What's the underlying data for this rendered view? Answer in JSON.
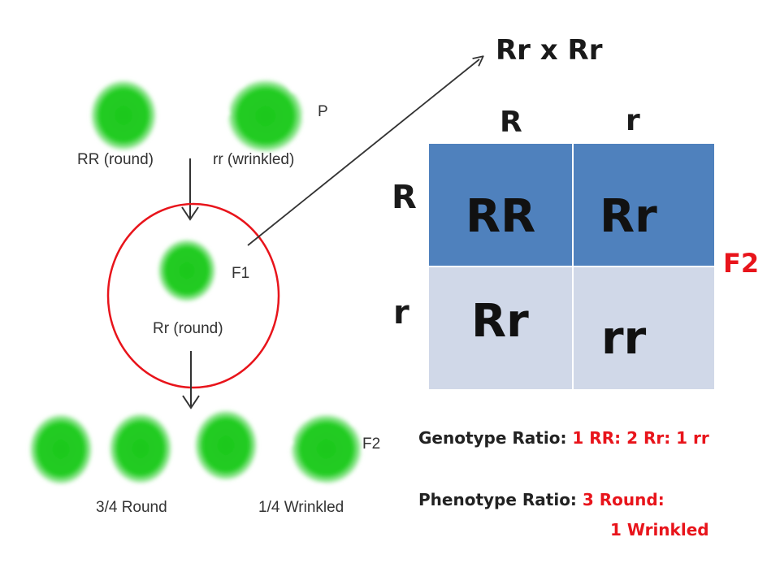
{
  "left_diagram": {
    "parent_generation_label": "P",
    "parent_round_label": "RR (round)",
    "parent_wrinkled_label": "rr (wrinkled)",
    "f1_generation_label": "F1",
    "f1_label": "Rr (round)",
    "f2_generation_label": "F2",
    "f2_round_label": "3/4 Round",
    "f2_wrinkled_label": "1/4 Wrinkled"
  },
  "cross_title": "Rr x Rr",
  "punnett": {
    "column_headers": [
      "R",
      "r"
    ],
    "row_headers": [
      "R",
      "r"
    ],
    "cells": [
      "RR",
      "Rr",
      "Rr",
      "rr"
    ],
    "generation_label": "F2",
    "colors": {
      "top_row": "#4f81bd",
      "bottom_row": "#d0d8e8",
      "accent_red": "#e8141b",
      "pea_green": "#1ec81e"
    }
  },
  "ratios": {
    "genotype_label": "Genotype Ratio:",
    "genotype_value": "1 RR: 2 Rr: 1 rr",
    "phenotype_label": "Phenotype Ratio:",
    "phenotype_value_line1": "3 Round:",
    "phenotype_value_line2": "1 Wrinkled"
  }
}
